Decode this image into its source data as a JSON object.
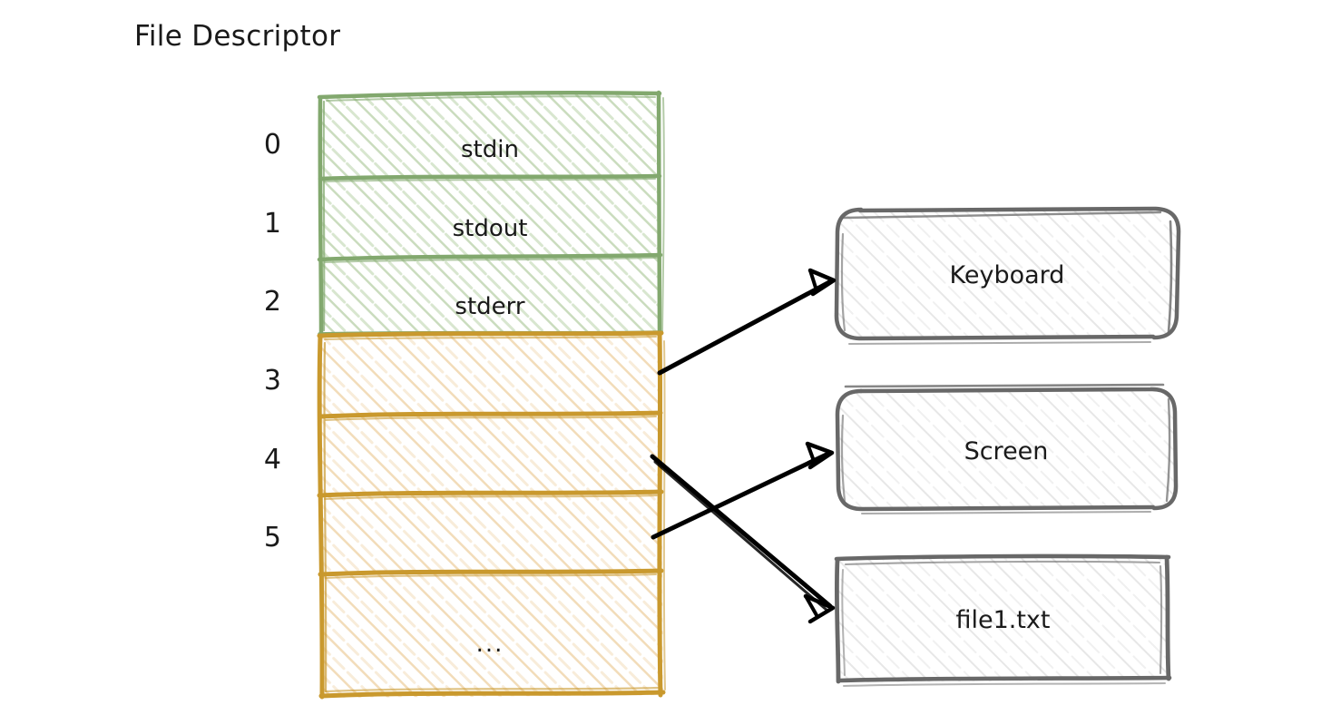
{
  "title": "File Descriptor",
  "colors": {
    "green_stroke": "#82a86e",
    "green_hatch": "#cadcbe",
    "orange_stroke": "#c9992e",
    "orange_hatch": "#f2dcb9",
    "gray_stroke": "#686868",
    "gray_hatch": "#e3e3e3",
    "text": "#1a1a1a",
    "arrow": "#000000",
    "background": "#ffffff"
  },
  "fd_table": {
    "name": "file-descriptor-table",
    "rows": [
      {
        "index": "0",
        "label": "stdin",
        "group": "std"
      },
      {
        "index": "1",
        "label": "stdout",
        "group": "std"
      },
      {
        "index": "2",
        "label": "stderr",
        "group": "std"
      },
      {
        "index": "3",
        "label": "",
        "group": "open"
      },
      {
        "index": "4",
        "label": "",
        "group": "open"
      },
      {
        "index": "5",
        "label": "",
        "group": "open"
      },
      {
        "index": "",
        "label": "...",
        "group": "open"
      }
    ]
  },
  "targets": [
    {
      "id": "keyboard",
      "label": "Keyboard",
      "shape": "rounded"
    },
    {
      "id": "screen",
      "label": "Screen",
      "shape": "rounded"
    },
    {
      "id": "file1",
      "label": "file1.txt",
      "shape": "square"
    }
  ],
  "connections": [
    {
      "from": "3",
      "to": "keyboard"
    },
    {
      "from": "4",
      "to": "file1"
    },
    {
      "from": "5",
      "to": "screen"
    }
  ]
}
